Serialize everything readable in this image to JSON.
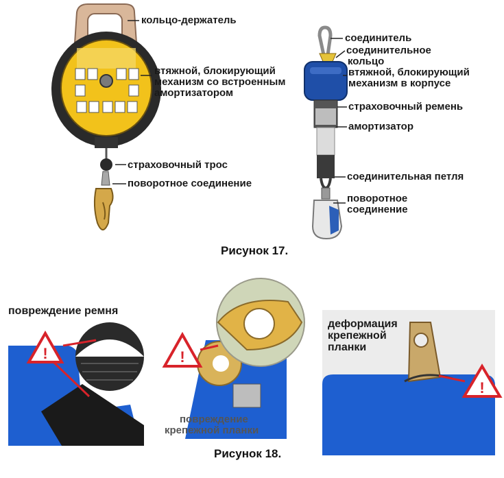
{
  "figure17": {
    "caption": "Рисунок 17.",
    "left_device": {
      "labels": {
        "ring_holder": "кольцо-держатель",
        "mechanism": [
          "втяжной, блокирующий",
          "механизм со встроенным",
          "амортизатором"
        ],
        "cable": "страховочный трос",
        "swivel": "поворотное соединение"
      }
    },
    "right_device": {
      "labels": {
        "connector": "соединитель",
        "connecting_ring": [
          "соединительное",
          "кольцо"
        ],
        "mechanism": [
          "втяжной, блокирующий",
          "механизм в корпусе"
        ],
        "strap": "страховочный ремень",
        "absorber": "амортизатор",
        "loop": "соединительная петля",
        "swivel": [
          "поворотное",
          "соединение"
        ]
      }
    }
  },
  "figure18": {
    "caption": "Рисунок 18.",
    "panel1_label": "повреждение ремня",
    "panel2_label": [
      "повреждение",
      "крепежной планки"
    ],
    "panel3_label": [
      "деформация",
      "крепежной",
      "планки"
    ]
  },
  "colors": {
    "device_yellow": "#f2c21b",
    "device_blue": "#1f4fa8",
    "warning_red": "#d8232a",
    "metal": "#c9a86a"
  }
}
